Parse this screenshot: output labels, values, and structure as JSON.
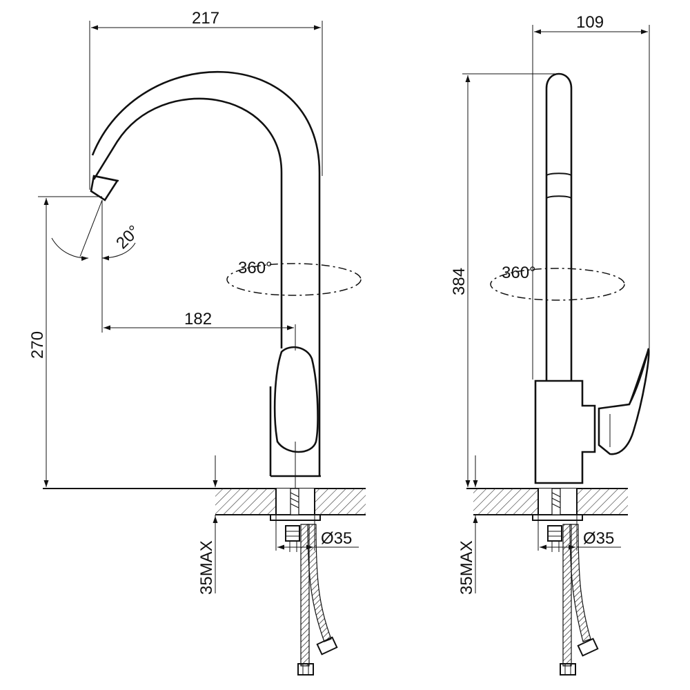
{
  "front_view": {
    "overall_width": "217",
    "spout_reach": "182",
    "spout_height": "270",
    "rotation": "360°",
    "spout_tilt": "20°",
    "hole_diameter": "Ø35",
    "max_thickness": "35MAX"
  },
  "side_view": {
    "overall_depth": "109",
    "overall_height": "384",
    "rotation": "360°",
    "hole_diameter": "Ø35",
    "max_thickness": "35MAX"
  }
}
